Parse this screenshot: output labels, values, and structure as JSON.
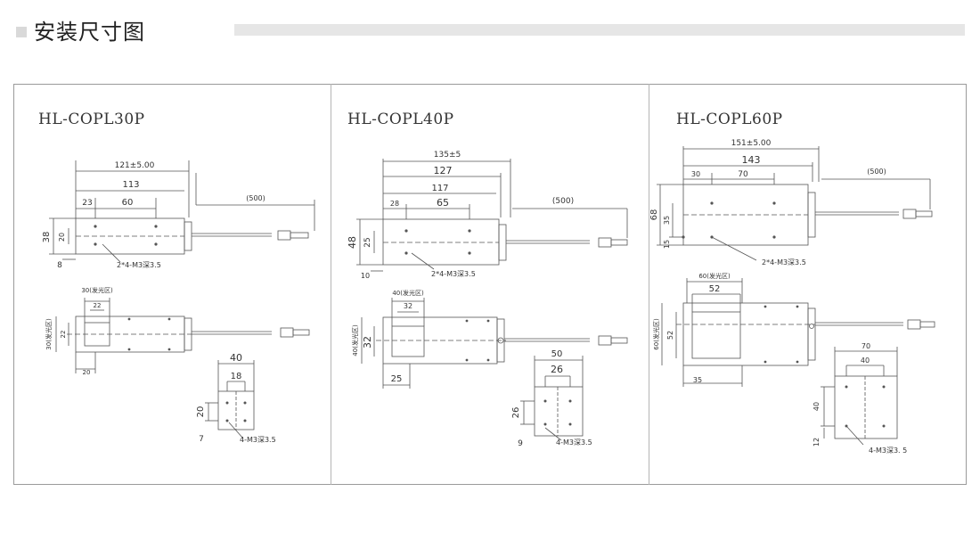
{
  "header": {
    "title": "安装尺寸图"
  },
  "panels": [
    {
      "model": "HL-COPL30P",
      "side": {
        "overall": "121±5.00",
        "body": "113",
        "w60": "60",
        "w23": "23",
        "cable": "(500)",
        "h38": "38",
        "h20": "20",
        "h8": "8",
        "holes": "2*4-M3深3.5"
      },
      "top": {
        "emit": "30(发光区)",
        "w22": "22",
        "h22": "22",
        "h30": "30(发光区)",
        "w20": "20"
      },
      "end": {
        "w40": "40",
        "w18": "18",
        "h20": "20",
        "h7": "7",
        "holes": "4-M3深3.5"
      }
    },
    {
      "model": "HL-COPL40P",
      "side": {
        "overall": "135±5",
        "body": "127",
        "w117": "117",
        "w65": "65",
        "w28": "28",
        "cable": "(500)",
        "h48": "48",
        "h25": "25",
        "h10": "10",
        "holes": "2*4-M3深3.5"
      },
      "top": {
        "emit": "40(发光区)",
        "w32": "32",
        "h32": "32",
        "h40": "40(发光区)",
        "w25": "25"
      },
      "end": {
        "w50": "50",
        "w26": "26",
        "h26": "26",
        "h9": "9",
        "holes": "4-M3深3.5"
      }
    },
    {
      "model": "HL-COPL60P",
      "side": {
        "overall": "151±5.00",
        "body": "143",
        "w70": "70",
        "w30": "30",
        "cable": "(500)",
        "h68": "68",
        "h35": "35",
        "h15": "15",
        "holes": "2*4-M3深3.5"
      },
      "top": {
        "emit": "60(发光区)",
        "w52": "52",
        "h52": "52",
        "h60": "60(发光区)",
        "w35": "35"
      },
      "end": {
        "w70": "70",
        "w40": "40",
        "h40": "40",
        "h12": "12",
        "holes": "4-M3深3. 5"
      }
    }
  ]
}
